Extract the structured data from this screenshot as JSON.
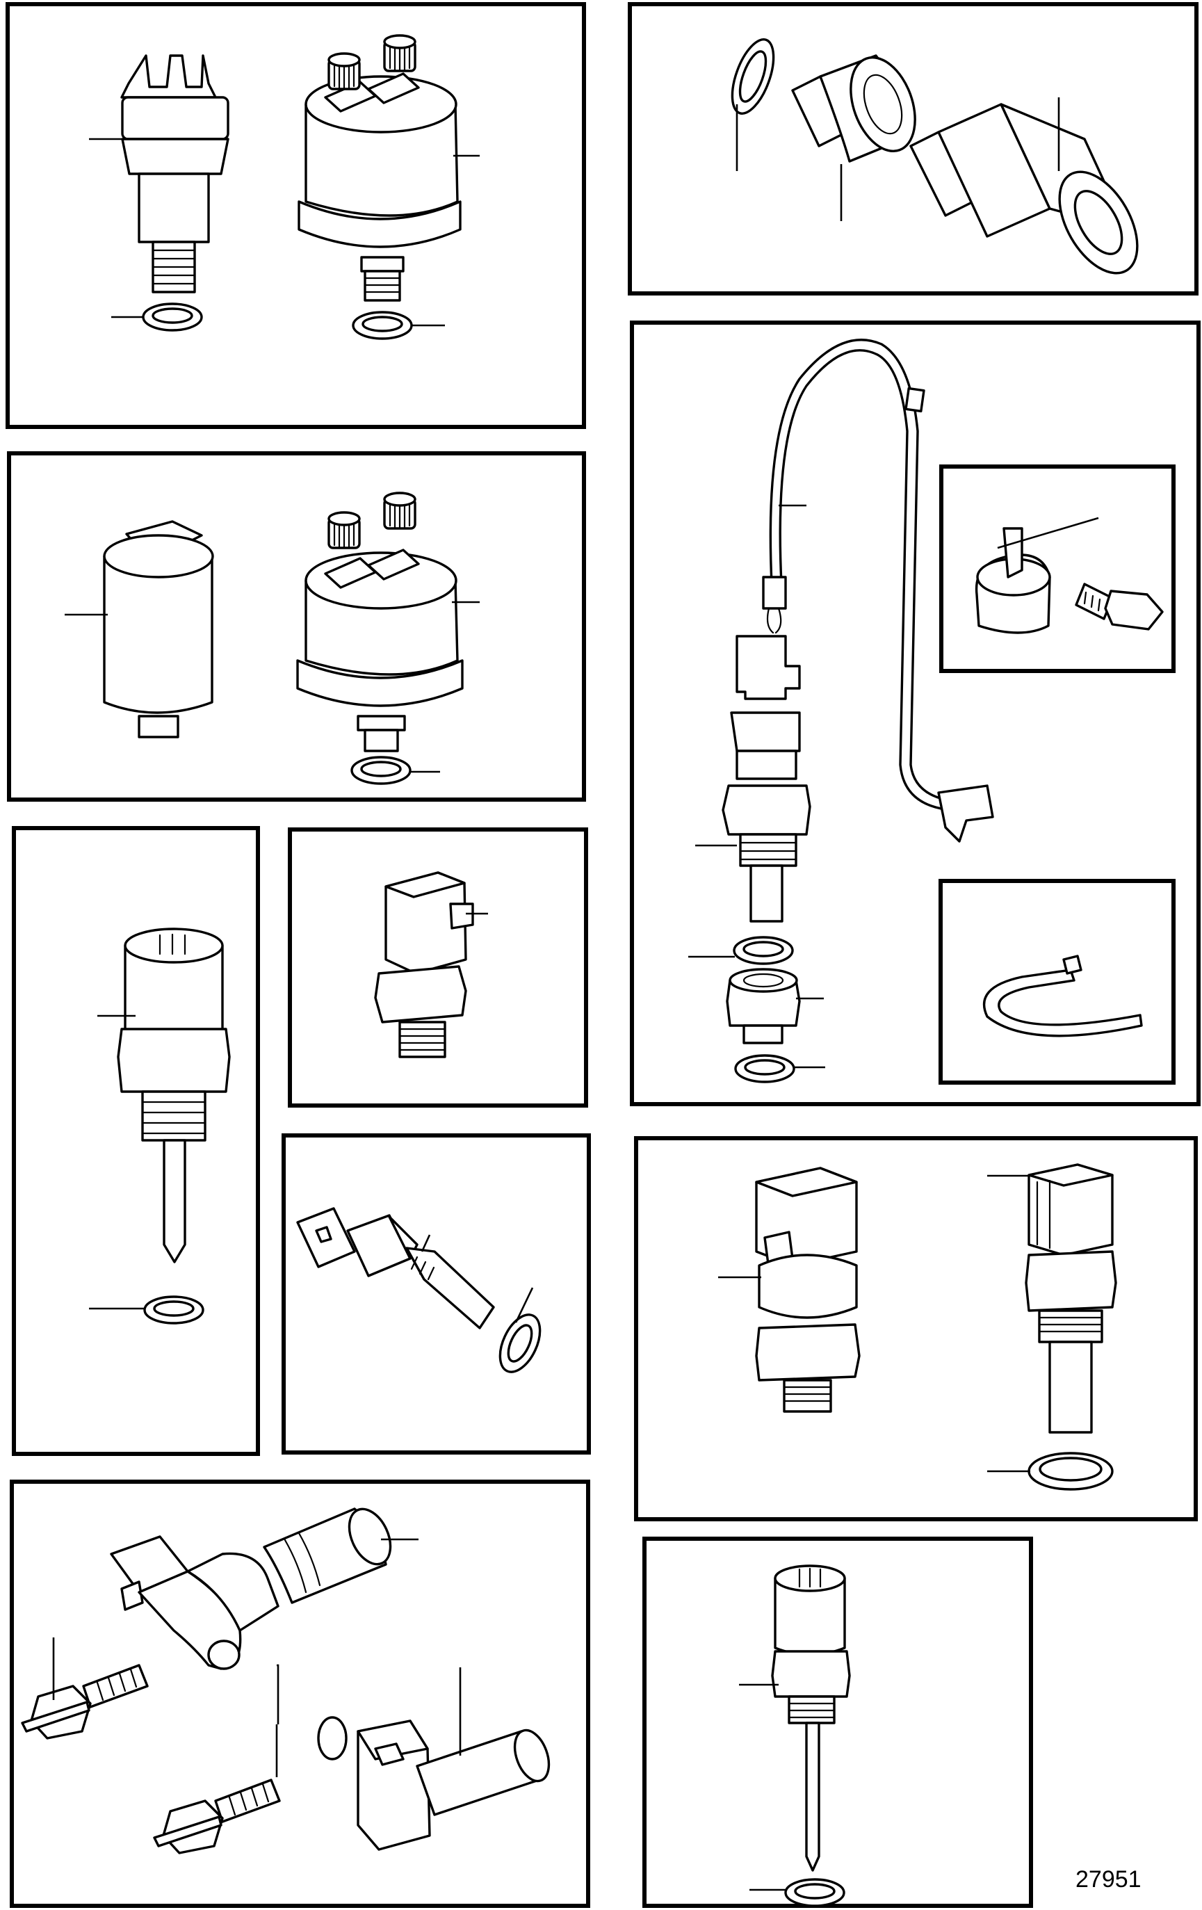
{
  "diagram": {
    "reference_number": "27951",
    "panels": [
      {
        "id": "panel-oil-pressure-sensors-top",
        "parts": [
          "pressure-switch",
          "oil-pressure-sensor",
          "sealing-washer",
          "sealing-washer"
        ]
      },
      {
        "id": "panel-pressure-sensor-adapter",
        "parts": [
          "sealing-washer",
          "adapter",
          "pressure-sensor"
        ]
      },
      {
        "id": "panel-oil-pressure-sensors-middle",
        "parts": [
          "pressure-switch",
          "oil-pressure-sensor",
          "sealing-washer"
        ]
      },
      {
        "id": "panel-temperature-sensor-harness",
        "parts": [
          "cable-harness",
          "temperature-sensor",
          "sealing-washer",
          "adapter",
          "sealing-washer"
        ]
      },
      {
        "id": "panel-clamp",
        "parts": [
          "clamp",
          "screw"
        ]
      },
      {
        "id": "panel-cable-tie",
        "parts": [
          "cable-tie"
        ]
      },
      {
        "id": "panel-temperature-sensor-left",
        "parts": [
          "temperature-sensor",
          "sealing-washer"
        ]
      },
      {
        "id": "panel-pressure-sensor-small",
        "parts": [
          "pressure-sensor"
        ]
      },
      {
        "id": "panel-temperature-sensor-angled",
        "parts": [
          "temperature-sensor",
          "sealing-washer"
        ]
      },
      {
        "id": "panel-pressure-temperature-sensors",
        "parts": [
          "pressure-sensor",
          "temperature-sensor",
          "sealing-washer"
        ]
      },
      {
        "id": "panel-speed-sensors",
        "parts": [
          "speed-sensor",
          "screw",
          "speed-sensor",
          "screw"
        ]
      },
      {
        "id": "panel-temperature-sensor-bottom",
        "parts": [
          "temperature-sensor",
          "sealing-washer"
        ]
      }
    ]
  }
}
